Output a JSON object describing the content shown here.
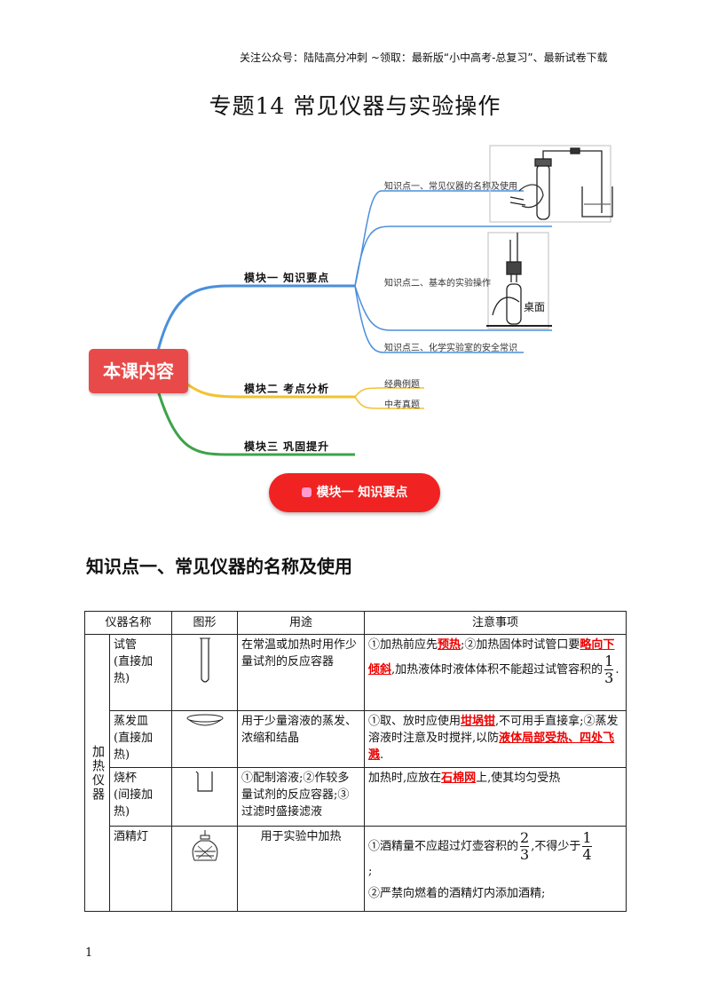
{
  "header": {
    "note": "关注公众号：陆陆高分冲刺 ~领取：最新版“小中高考-总复习”、最新试卷下载"
  },
  "title": "专题14  常见仪器与实验操作",
  "mindmap": {
    "center": "本课内容",
    "branches": [
      {
        "label": "模块一  知识要点",
        "color": "#4a8fdc",
        "sub": [
          "知识点一、常见仪器的名称及使用",
          "知识点二、基本的实验操作",
          "知识点三、化学实验室的安全常识"
        ]
      },
      {
        "label": "模块二  考点分析",
        "color": "#f2c230",
        "sub": [
          "经典例题",
          "中考真题"
        ]
      },
      {
        "label": "模块三  巩固提升",
        "color": "#3ea34a",
        "sub": []
      }
    ],
    "image_label": "桌面"
  },
  "section_pill": "模块一  知识要点",
  "section_heading": "知识点一、常见仪器的名称及使用",
  "table": {
    "headers": [
      "仪器名称",
      "图形",
      "用途",
      "注意事项"
    ],
    "category": "加热仪器",
    "rows": [
      {
        "name": "试管",
        "heat": "(直接加热)",
        "icon": "test-tube-icon",
        "use": "在常温或加热时用作少量试剂的反应容器",
        "note": {
          "a": "①加热前应先",
          "r1": "预热",
          "b": ";②加热固体时试管口要",
          "r2": "略向下倾斜",
          "c": ",加热液体时液体体积不能超过试管容积的",
          "num": "1",
          "den": "3",
          "d": "."
        }
      },
      {
        "name": "蒸发皿",
        "heat": "(直接加热)",
        "icon": "evaporating-dish-icon",
        "use": "用于少量溶液的蒸发、浓缩和结晶",
        "note": {
          "a": "①取、放时应使用",
          "r1": "坩埚钳",
          "b": ",不可用手直接拿;②蒸发溶液时注意及时搅拌,以防",
          "r2": "液体局部受热、四处飞溅",
          "c": "."
        }
      },
      {
        "name": "烧杯",
        "heat": "(间接加热)",
        "icon": "beaker-icon",
        "use": "①配制溶液;②作较多量试剂的反应容器;③过滤时盛接滤液",
        "note": {
          "a": "加热时,应放在",
          "r1": "石棉网",
          "b": "上,使其均匀受热"
        }
      },
      {
        "name": "酒精灯",
        "icon": "alcohol-lamp-icon",
        "use": "用于实验中加热",
        "note": {
          "a": "①酒精量不应超过灯壶容积的",
          "n1": "2",
          "d1": "3",
          "b": ",不得少于",
          "n2": "1",
          "d2": "4",
          "c": ";",
          "line2": "②严禁向燃着的酒精灯内添加酒精;"
        }
      }
    ]
  },
  "page_number": "1"
}
